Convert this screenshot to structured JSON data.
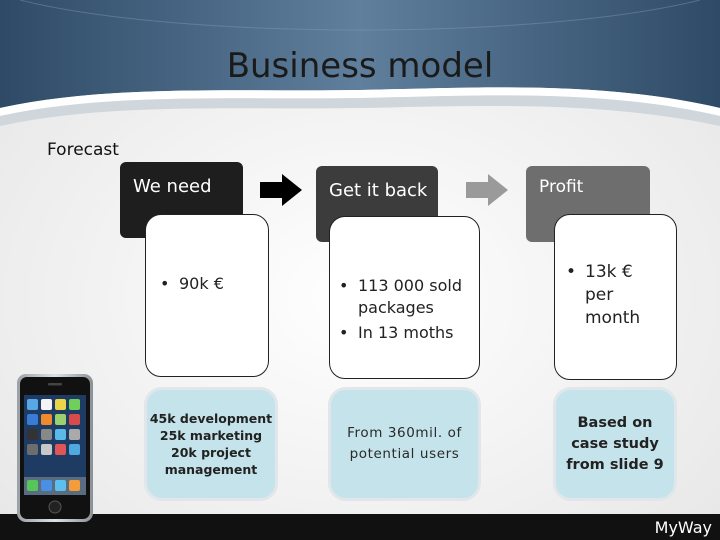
{
  "slide": {
    "title": "Business model",
    "subtitle": "Forecast",
    "logo": "MyWay"
  },
  "columns": [
    {
      "header": "We need",
      "bullets": [
        "90k €"
      ],
      "note_lines": [
        "45k development",
        "25k marketing",
        "20k project",
        "management"
      ]
    },
    {
      "header": "Get it back",
      "bullets": [
        "113 000 sold packages",
        "In 13 moths"
      ],
      "note_lines": [
        "From 360mil. of",
        "potential users"
      ]
    },
    {
      "header": "Profit",
      "bullets": [
        "13k € per month"
      ],
      "note_lines": [
        "Based on",
        "case study",
        "from slide 9"
      ]
    }
  ],
  "colors": {
    "header_dark": "#1e1e1e",
    "header_mid": "#3c3c3c",
    "header_light": "#6e6e6e",
    "note_fill": "#c5e3ea",
    "arrow_dark": "#000000",
    "arrow_light": "#9a9a9a"
  },
  "icons": [
    "arrow-right-icon",
    "arrow-right-icon",
    "smartphone-icon"
  ]
}
